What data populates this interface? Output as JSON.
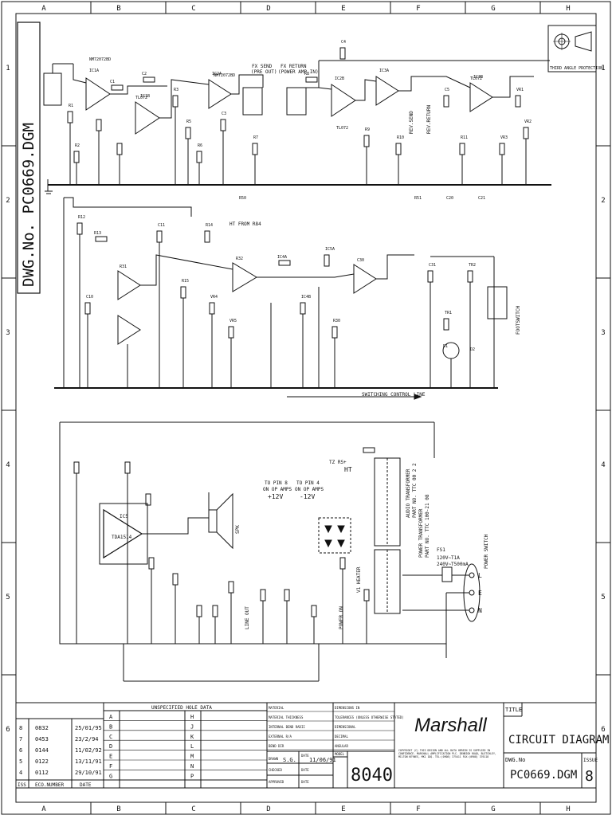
{
  "drawing": {
    "dwg_vertical": "DWG.No. PC0669.DGM",
    "third_angle": "THIRD ANGLE PROTECTION",
    "title_label": "TITLE",
    "title": "CIRCUIT DIAGRAM",
    "dwg_label": "DWG.No",
    "dwg_no": "PC0669.DGM",
    "issue_label": "ISSUE",
    "issue": "8",
    "model_label": "MODEL",
    "model": "8040",
    "brand": "Marshall"
  },
  "grid": {
    "columns": [
      "A",
      "B",
      "C",
      "D",
      "E",
      "F",
      "G",
      "H"
    ],
    "rows": [
      "1",
      "2",
      "3",
      "4",
      "5",
      "6"
    ]
  },
  "title_block": {
    "hole_header": "UNSPECIFIED HOLE DATA",
    "hole_letters_left": [
      "A",
      "B",
      "C",
      "D",
      "E",
      "F",
      "G"
    ],
    "hole_letters_right": [
      "H",
      "J",
      "K",
      "L",
      "M",
      "N",
      "P"
    ],
    "revisions": [
      {
        "iss": "8",
        "eco": "0832",
        "date": "25/01/95"
      },
      {
        "iss": "7",
        "eco": "0453",
        "date": "23/2/94"
      },
      {
        "iss": "6",
        "eco": "0144",
        "date": "11/02/92"
      },
      {
        "iss": "5",
        "eco": "0122",
        "date": "13/11/91"
      },
      {
        "iss": "4",
        "eco": "0112",
        "date": "29/10/91"
      }
    ],
    "rev_header": {
      "iss": "ISS",
      "eco": "ECO.NUMBER",
      "date": "DATE"
    },
    "spec_rows": [
      "MATERIAL",
      "MATERIAL THICKNESS",
      "INTERNAL BEND RADII",
      "EXTERNAL R/A",
      "BEND DIR"
    ],
    "drawn_label": "DRAWN",
    "drawn_by": "S.G.",
    "drawn_date_label": "DATE",
    "drawn_date": "11/06/91",
    "checked_label": "CHECKED",
    "checked_date_label": "DATE",
    "approved_label": "APPROVED",
    "approved_date_label": "DATE",
    "tol_rows": [
      "DIMENSIONS IN",
      "TOLERANCES (UNLESS OTHERWISE STATED)",
      "DIMENSIONAL",
      "DECIMAL",
      "ANGULAR"
    ],
    "copyright": "COPYRIGHT (C) THIS DESIGN AND ALL DATA HEREIN IS SUPPLIED IN CONFIDENCE. MARSHALL AMPLIFICATION PLC. DENBIGH ROAD, BLETCHLEY, MILTON KEYNES, MK1 1DQ. TEL:(0908) 375411 FAX:(0908) 376118"
  },
  "labels": {
    "ht_from_r84": "HT FROM R84",
    "switching_line": "SWITCHING CONTROL LINE",
    "fx_send": "FX SEND",
    "pre_out": "(PRE OUT)",
    "fx_return": "FX RETURN",
    "pwr_amp_in": "(POWER AMP IN)",
    "rev_send": "REV.SEND",
    "rev_return": "REV.RETURN",
    "footswitch": "FOOTSWITCH",
    "to_pin8": "TO PIN 8",
    "to_pin4": "TO PIN 4",
    "on_op_amps": "ON OP AMPS",
    "plus12": "+12V",
    "minus12": "-12V",
    "ht": "HT",
    "tz_rs": "TZ RS+",
    "line_out": "LINE OUT",
    "spk": "SPK",
    "tda": "TDA1514",
    "ic5": "IC5",
    "power_on": "POWER ON",
    "v1_heater": "V1 HEATER",
    "power_switch": "POWER SWITCH",
    "fuse1": "FS1",
    "fuse_rating": "120V~T1A",
    "fuse_rating2": "240V~T500mA",
    "mains_l": "L",
    "mains_e": "E",
    "mains_n": "N",
    "audio_tx": "AUDIO TRANSFORMER",
    "audio_tx_part": "PART NO. TTC 00 2 2",
    "power_tx": "POWER TRANSFORMER",
    "power_tx_part": "PART NO. TTC 100-21 08",
    "opamps": [
      "NM72072BD",
      "TL072",
      "NM72072BD",
      "TL072",
      "TL072"
    ],
    "parts_top": [
      "R1",
      "R2",
      "C1",
      "C2",
      "R3",
      "R5",
      "R6",
      "C3",
      "R7",
      "R8",
      "C4",
      "R9",
      "R10",
      "C5",
      "R11",
      "VR1",
      "VR2",
      "VR3",
      "IC1A",
      "IC1B",
      "IC2A",
      "IC2B",
      "IC3A",
      "IC3B",
      "R50",
      "R51",
      "C20",
      "C21"
    ],
    "parts_mid": [
      "R12",
      "R13",
      "C10",
      "C11",
      "R14",
      "R15",
      "VR4",
      "VR5",
      "IC4A",
      "IC4B",
      "IC5A",
      "R30",
      "R31",
      "R32",
      "C30",
      "C31",
      "TR1",
      "TR2",
      "D1",
      "D2"
    ]
  },
  "colors": {
    "ink": "#111111",
    "paper": "#ffffff"
  }
}
